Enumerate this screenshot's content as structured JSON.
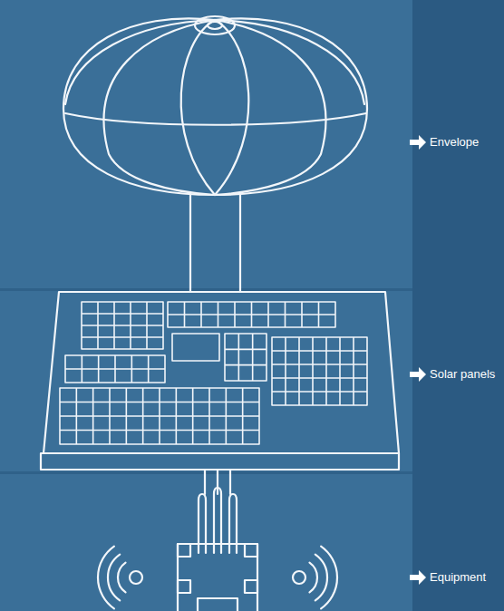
{
  "diagram": {
    "labels": [
      "Envelope",
      "Solar panels",
      "Equipment"
    ]
  }
}
